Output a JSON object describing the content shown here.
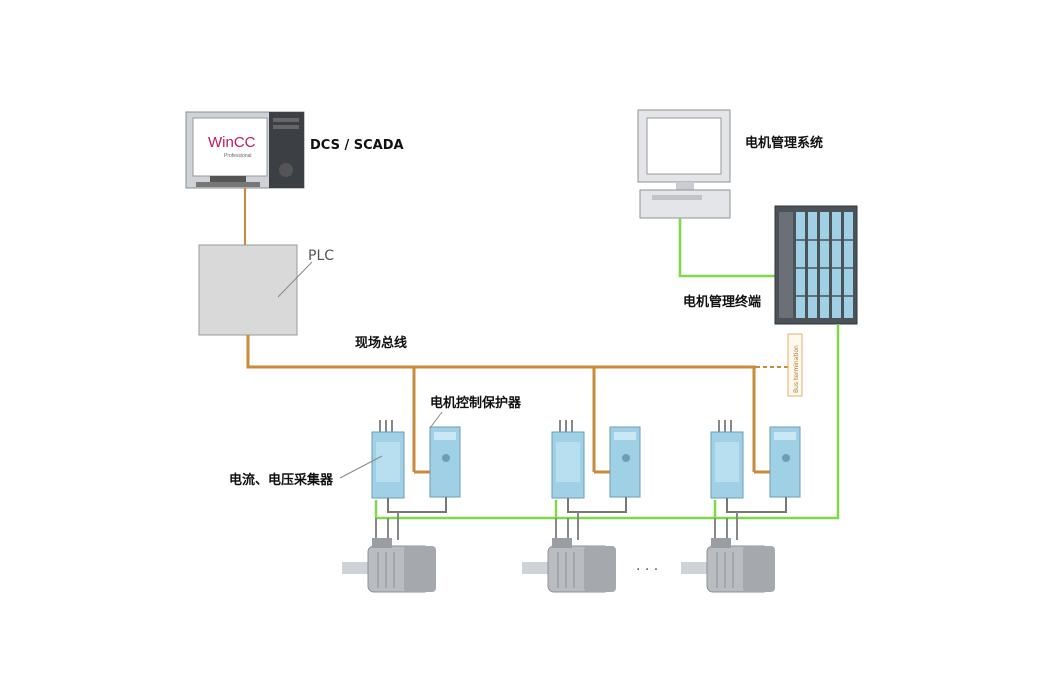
{
  "labels": {
    "scada": "DCS / SCADA",
    "plc": "PLC",
    "motor_mgmt_system": "电机管理系统",
    "motor_mgmt_terminal": "电机管理终端",
    "fieldbus": "现场总线",
    "motor_protector": "电机控制保护器",
    "current_voltage_collector": "电流、电压采集器",
    "bus_termination": "Bus termination",
    "wincc_logo": "WinCC",
    "wincc_sub": "Professional",
    "ellipsis": "· · ·"
  },
  "colors": {
    "fieldbus": "#c98a3a",
    "ethernet": "#7fd84a",
    "device_blue": "#9fd0e6",
    "device_dark": "#6a9fb5",
    "plc_box": "#d9d9d9",
    "motor": "#b9bcc0",
    "wire_gray": "#777777"
  },
  "icons": {
    "scada_pc": "desktop-computer-icon",
    "mgmt_pc": "monitor-pc-icon",
    "terminal": "plc-rack-icon",
    "motor": "electric-motor-icon"
  }
}
